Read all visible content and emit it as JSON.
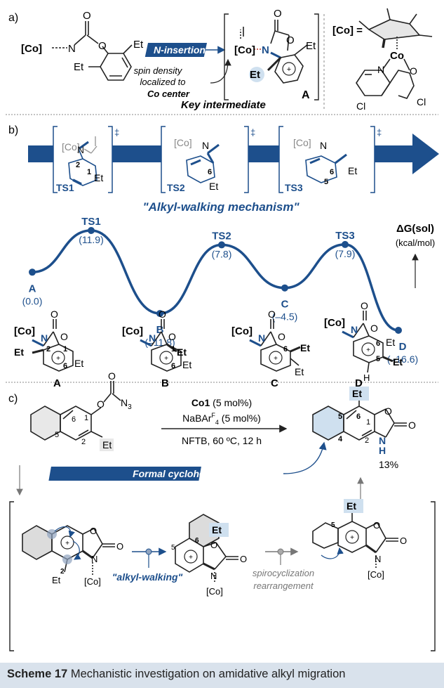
{
  "panel_a": {
    "label": "a)",
    "co": "[Co]",
    "n": "N",
    "o": "O",
    "et_left": "Et",
    "et_right": "Et",
    "insertion_label": "N-insertion",
    "spin_line1": "spin density",
    "spin_line2": "localized to",
    "spin_line3": "Co center",
    "key_label": "Key intermediate",
    "int_label": "A",
    "int_co": "[Co]",
    "int_n": "N",
    "int_et": "Et",
    "int_et2": "Et",
    "cat_label": "[Co] =",
    "cat_co": "Co",
    "cat_n": "N",
    "cat_o": "O",
    "cat_cl1": "Cl",
    "cat_cl2": "Cl"
  },
  "panel_b": {
    "label": "b)",
    "mechanism_title": "\"Alkyl-walking mechanism\"",
    "dagger": "‡",
    "ts": [
      {
        "label": "TS1",
        "co": "[Co]",
        "n": "N",
        "num_a": "2",
        "num_b": "1",
        "et": "Et"
      },
      {
        "label": "TS2",
        "co": "[Co]",
        "n": "N",
        "num_a": "6",
        "et": "Et"
      },
      {
        "label": "TS3",
        "co": "[Co]",
        "n": "N",
        "num_a": "6",
        "num_b": "5",
        "et": "Et"
      }
    ],
    "axis_label": "ΔG(sol)",
    "axis_unit": "(kcal/mol)",
    "structures": [
      {
        "label": "A",
        "co": "[Co]",
        "et1": "Et",
        "et2": "Et",
        "n1": "2",
        "n2": "1",
        "n3": "6"
      },
      {
        "label": "B",
        "co": "[Co]",
        "et1": "Et",
        "et2": "Et",
        "n1": "1",
        "n2": "6"
      },
      {
        "label": "C",
        "co": "[Co]",
        "et1": "Et",
        "et2": "Et",
        "n1": "6"
      },
      {
        "label": "D",
        "co": "[Co]",
        "et1": "Et",
        "et2": "Et",
        "n1": "6",
        "n2": "5",
        "h": "H"
      }
    ]
  },
  "chart_data": {
    "type": "line",
    "title": "\"Alkyl-walking mechanism\"",
    "ylabel": "ΔG(sol) (kcal/mol)",
    "categories": [
      "A",
      "TS1",
      "B",
      "TS2",
      "C",
      "TS3",
      "D"
    ],
    "values": [
      0.0,
      11.9,
      -11.8,
      7.8,
      -4.5,
      7.9,
      -16.6
    ],
    "value_labels": [
      "(0.0)",
      "(11.9)",
      "(–11.8)",
      "(7.8)",
      "(–4.5)",
      "(7.9)",
      "(–16.6)"
    ],
    "ylim": [
      -16.6,
      11.9
    ],
    "color": "#1d4f8c"
  },
  "panel_c": {
    "label": "c)",
    "n3": "N",
    "n3_sub": "3",
    "o1": "O",
    "o2": "O",
    "et": "Et",
    "num_6": "6",
    "num_5": "5",
    "num_1": "1",
    "num_2": "2",
    "reagent1_bold": "Co1",
    "reagent1_rest": " (5 mol%)",
    "reagent2": "NaBAr",
    "reagent2_sup": "F",
    "reagent2_sub": "4",
    "reagent2_rest": " (5 mol%)",
    "conditions": "NFTB, 60 ºC, 12 h",
    "product_et": "Et",
    "product_nh": "N",
    "product_h": "H",
    "product_o1": "O",
    "product_o2": "O",
    "product_num5": "5",
    "product_num6": "6",
    "product_num1": "1",
    "product_num2": "2",
    "product_num4": "4",
    "migration_label": "Formal cyclohexyl migration",
    "yield": "13%",
    "walking": "\"alkyl-walking\"",
    "spiro1": "spirocyclization",
    "spiro2": "rearrangement",
    "int1_et": "Et",
    "int1_co": "[Co]",
    "int1_n": "N",
    "int1_o": "O",
    "int1_num": "2",
    "int2_et": "Et",
    "int2_co": "[Co]",
    "int2_n": "N",
    "int2_num6": "6",
    "int2_num5": "5",
    "int3_et": "Et",
    "int3_co": "[Co]",
    "int3_n": "N",
    "int3_num5": "5"
  },
  "caption": {
    "bold": "Scheme 17",
    "text": "  Mechanistic investigation on amidative alkyl migration"
  },
  "colors": {
    "navy": "#1d4f8c",
    "light_blue": "#cfe0ef",
    "gray_ring": "#dcdcdc",
    "caption_bg": "#d9e2ec"
  }
}
